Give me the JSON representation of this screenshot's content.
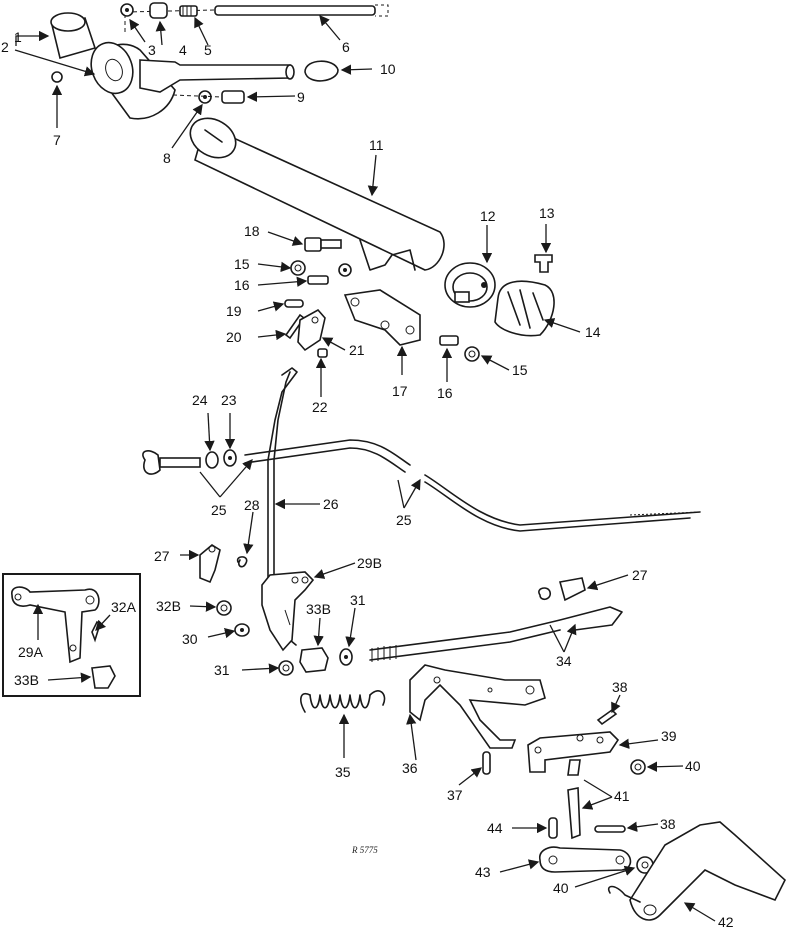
{
  "diagram": {
    "reference": "R 5775",
    "callouts": [
      "1",
      "2",
      "3",
      "4",
      "5",
      "6",
      "7",
      "8",
      "9",
      "10",
      "11",
      "12",
      "13",
      "14",
      "15",
      "15",
      "16",
      "16",
      "17",
      "18",
      "19",
      "20",
      "21",
      "22",
      "23",
      "24",
      "25",
      "25",
      "26",
      "27",
      "27",
      "28",
      "29A",
      "29B",
      "30",
      "31",
      "31",
      "32A",
      "32B",
      "33B",
      "33B",
      "34",
      "35",
      "36",
      "37",
      "38",
      "38",
      "39",
      "40",
      "40",
      "41",
      "42",
      "43",
      "44"
    ]
  }
}
